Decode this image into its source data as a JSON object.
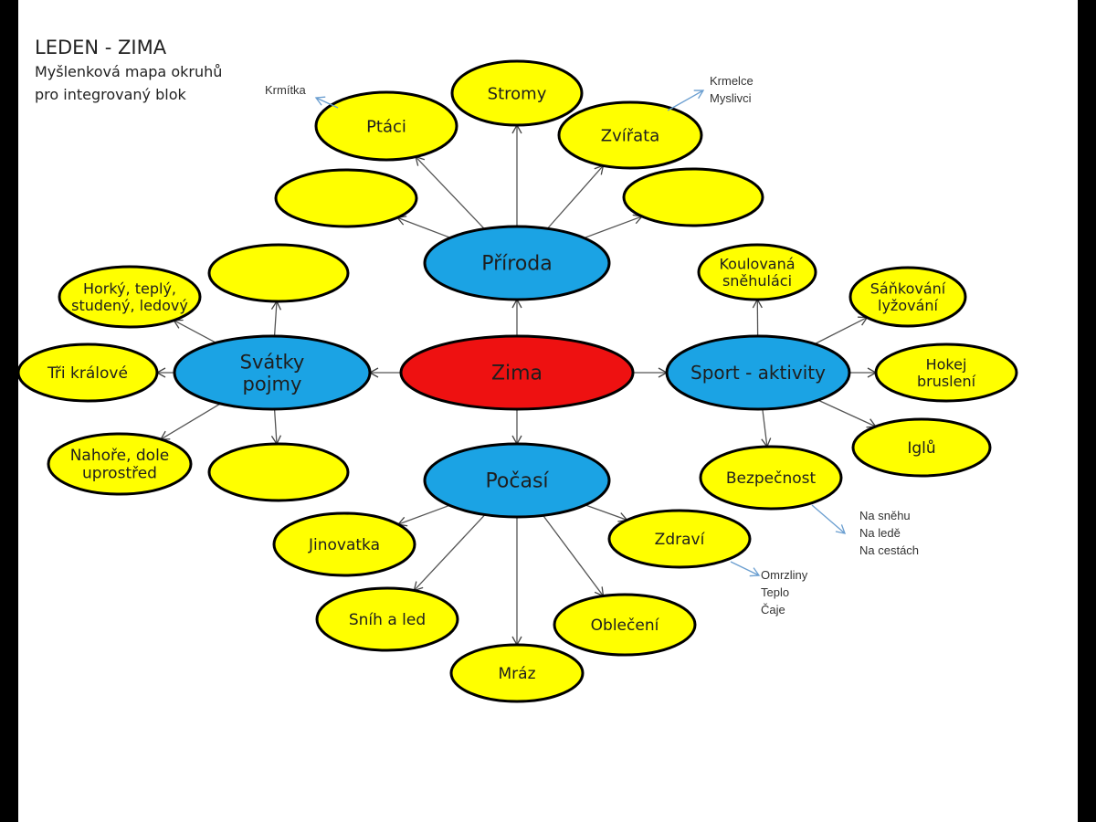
{
  "title": "LEDEN - ZIMA",
  "subtitle_lines": [
    "Myšlenková mapa okruhů",
    "pro integrovaný blok"
  ],
  "colors": {
    "center": "#ee1111",
    "category": "#1ba3e4",
    "leaf": "#ffff00",
    "note_arrow": "#6a9ed0",
    "edge": "#555555"
  },
  "center": {
    "id": "zima",
    "label": "Zima"
  },
  "categories": [
    {
      "id": "priroda",
      "label": "Příroda"
    },
    {
      "id": "svatky",
      "label": "Svátky\npojmy"
    },
    {
      "id": "sport",
      "label": "Sport - aktivity"
    },
    {
      "id": "pocasi",
      "label": "Počasí"
    }
  ],
  "leaves": [
    {
      "id": "ptaci",
      "parent": "priroda",
      "label": "Ptáci"
    },
    {
      "id": "stromy",
      "parent": "priroda",
      "label": "Stromy"
    },
    {
      "id": "zvirata",
      "parent": "priroda",
      "label": "Zvířata"
    },
    {
      "id": "priroda-empty-left",
      "parent": "priroda",
      "label": ""
    },
    {
      "id": "priroda-empty-right",
      "parent": "priroda",
      "label": ""
    },
    {
      "id": "horky",
      "parent": "svatky",
      "label": "Horký, teplý,\nstudený, ledový"
    },
    {
      "id": "svatky-empty-top",
      "parent": "svatky",
      "label": ""
    },
    {
      "id": "tri-kralove",
      "parent": "svatky",
      "label": "Tři králové"
    },
    {
      "id": "nahore",
      "parent": "svatky",
      "label": "Nahoře, dole\nuprostřed"
    },
    {
      "id": "svatky-empty-bottom",
      "parent": "svatky",
      "label": ""
    },
    {
      "id": "koulovana",
      "parent": "sport",
      "label": "Koulovaná\nsněhuláci"
    },
    {
      "id": "sankovani",
      "parent": "sport",
      "label": "Sáňkování\nlyžování"
    },
    {
      "id": "hokej",
      "parent": "sport",
      "label": "Hokej\nbruslení"
    },
    {
      "id": "iglu",
      "parent": "sport",
      "label": "Iglů"
    },
    {
      "id": "bezpecnost",
      "parent": "sport",
      "label": "Bezpečnost"
    },
    {
      "id": "jinovatka",
      "parent": "pocasi",
      "label": "Jinovatka"
    },
    {
      "id": "snih",
      "parent": "pocasi",
      "label": "Sníh a led"
    },
    {
      "id": "mraz",
      "parent": "pocasi",
      "label": "Mráz"
    },
    {
      "id": "obleceni",
      "parent": "pocasi",
      "label": "Oblečení"
    },
    {
      "id": "zdravi",
      "parent": "pocasi",
      "label": "Zdraví"
    }
  ],
  "notes": [
    {
      "id": "note-ptaci",
      "from": "ptaci",
      "lines": [
        "Krmítka"
      ]
    },
    {
      "id": "note-zvirata",
      "from": "zvirata",
      "lines": [
        "Krmelce",
        "Myslivci"
      ]
    },
    {
      "id": "note-bezpecnost",
      "from": "bezpecnost",
      "lines": [
        "Na sněhu",
        "Na ledě",
        "Na cestách"
      ]
    },
    {
      "id": "note-zdravi",
      "from": "zdravi",
      "lines": [
        "Omrzliny",
        "Teplo",
        "Čaje"
      ]
    }
  ]
}
